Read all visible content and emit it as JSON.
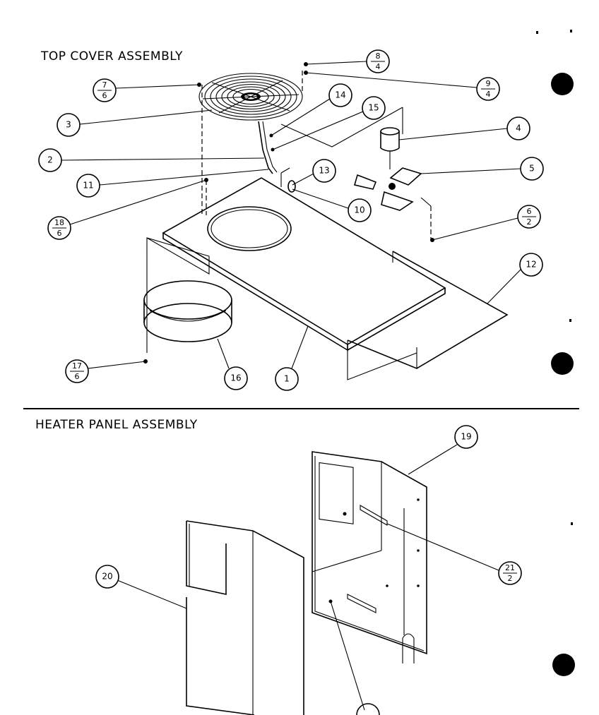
{
  "sections": {
    "top": {
      "title": "TOP COVER ASSEMBLY"
    },
    "heater": {
      "title": "HEATER PANEL ASSEMBLY"
    }
  },
  "callouts": {
    "c1": "1",
    "c2": "2",
    "c3": "3",
    "c4": "4",
    "c5": "5",
    "c10": "10",
    "c11": "11",
    "c12": "12",
    "c13": "13",
    "c14": "14",
    "c15": "15",
    "c16": "16",
    "c19": "19",
    "c20": "20"
  },
  "fractions": {
    "f7_6": {
      "num": "7",
      "den": "6"
    },
    "f8_4": {
      "num": "8",
      "den": "4"
    },
    "f9_4": {
      "num": "9",
      "den": "4"
    },
    "f18_6": {
      "num": "18",
      "den": "6"
    },
    "f6_2": {
      "num": "6",
      "den": "2"
    },
    "f17_6": {
      "num": "17",
      "den": "6"
    },
    "f21_2": {
      "num": "21",
      "den": "2"
    }
  },
  "colors": {
    "ink": "#000000",
    "paper": "#ffffff"
  }
}
